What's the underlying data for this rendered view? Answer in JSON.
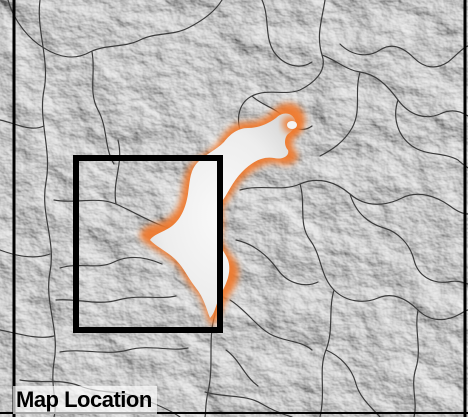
{
  "map": {
    "label": "Map Location",
    "features": {
      "terrain": "shaded-relief",
      "fire_perimeter": "present",
      "drainages": "present",
      "extent_box": "present"
    },
    "colors": {
      "background": "#c9c9c9",
      "relief_light": "#ececec",
      "relief_dark": "#a7a7a7",
      "drainage_lines": "#3c3c3c",
      "fire_glow": "#f07a2f",
      "fire_fill": "#f4f4f4",
      "extent_box": "#000000",
      "frame_border": "#000000"
    }
  }
}
